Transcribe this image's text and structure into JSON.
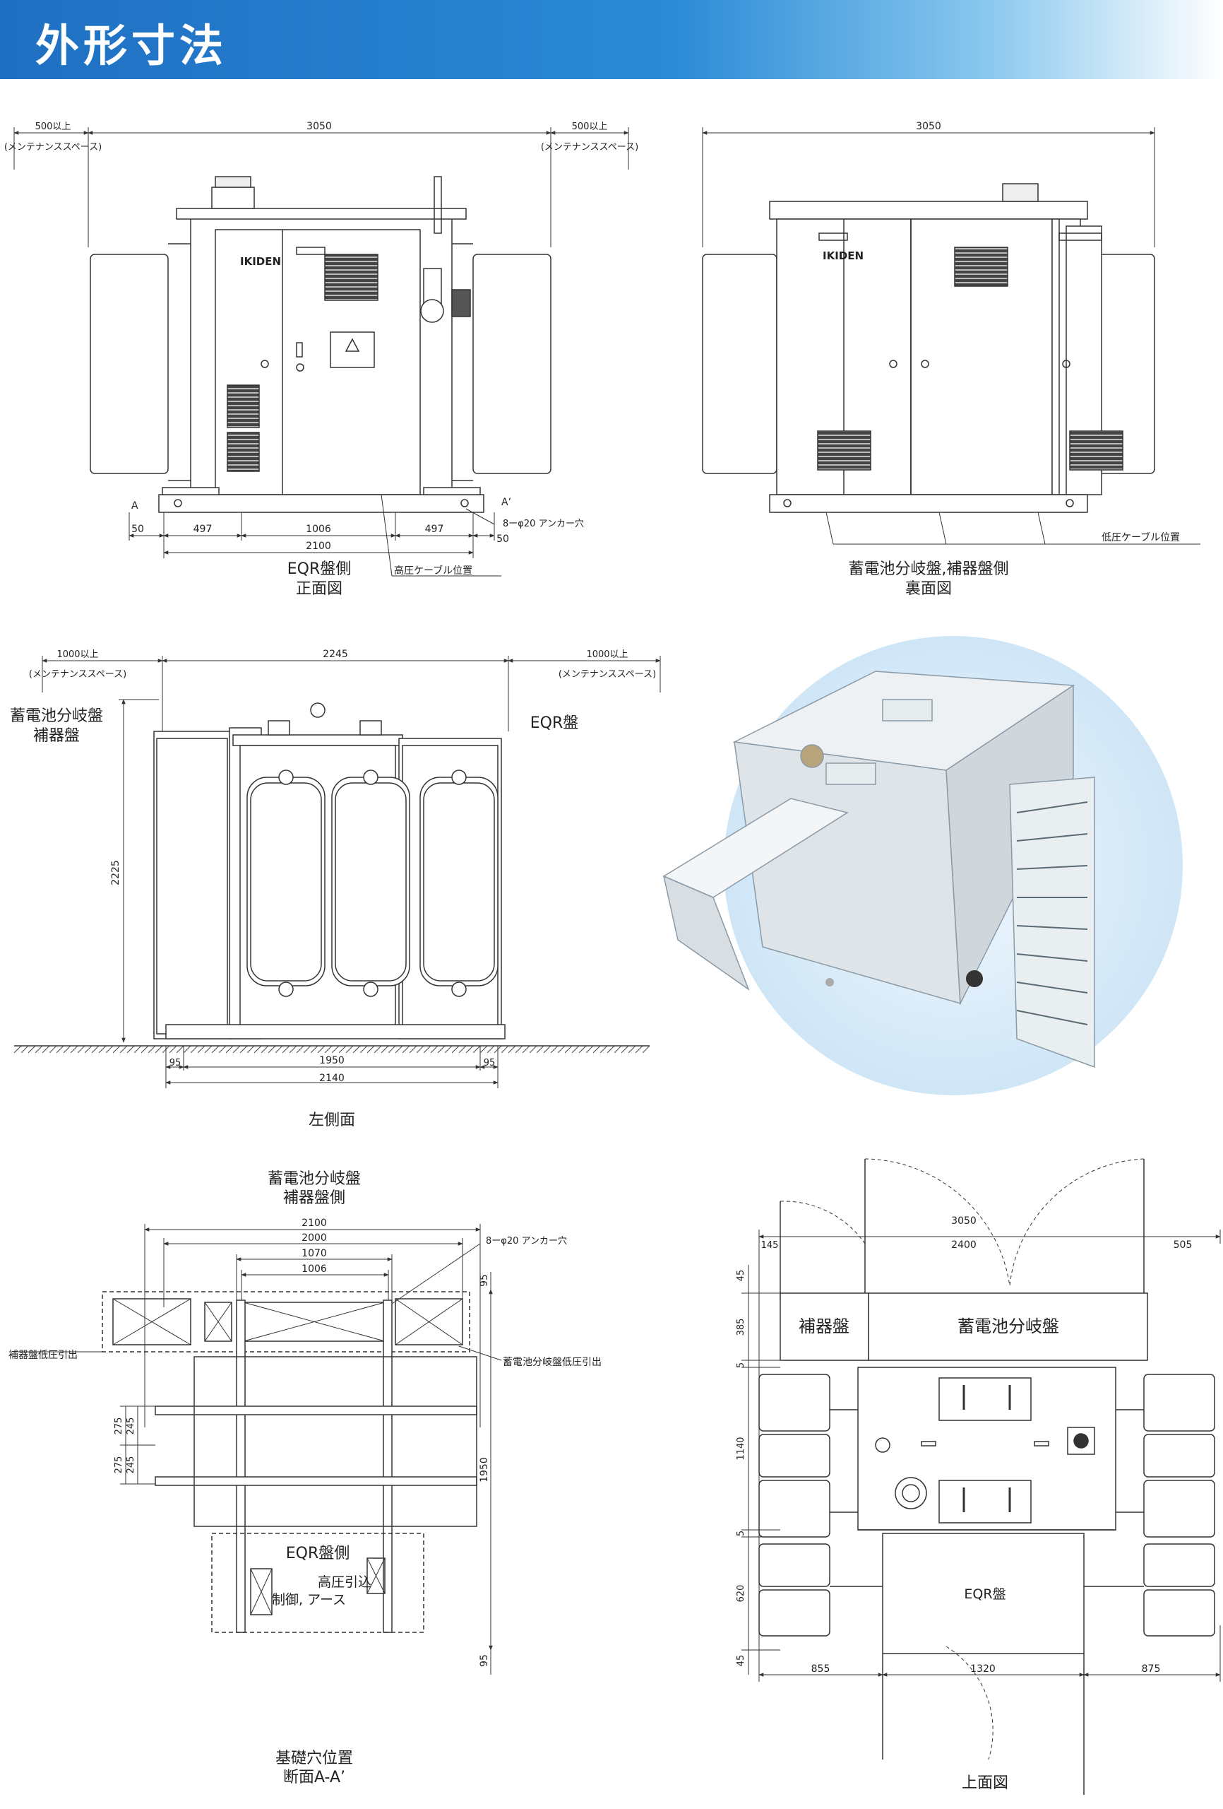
{
  "header": {
    "title": "外形寸法",
    "color_start": "#1f6fc2",
    "color_end": "#ffffff"
  },
  "front_view": {
    "caption_line1": "EQR盤側",
    "caption_line2": "正面図",
    "dim_total": "3050",
    "dim_left_space": "500以上",
    "dim_left_space_note": "(メンテナンススペース)",
    "dim_right_space": "500以上",
    "dim_right_space_note": "(メンテナンススペース)",
    "base_dims": [
      "50",
      "497",
      "1006",
      "497",
      "50"
    ],
    "dim_base": "2100",
    "anchor_note": "8ーφ20 アンカー穴",
    "cable_note": "高圧ケーブル位置",
    "section_a": "A",
    "section_a2": "A’",
    "logo": "IKIDEN"
  },
  "back_view": {
    "caption_line1": "蓄電池分岐盤,補器盤側",
    "caption_line2": "裏面図",
    "dim_total": "3050",
    "cable_note": "低圧ケーブル位置",
    "logo": "IKIDEN"
  },
  "left_side": {
    "caption": "左側面",
    "label_left_line1": "蓄電池分岐盤",
    "label_left_line2": "補器盤",
    "label_right": "EQR盤",
    "dim_left_space": "1000以上",
    "dim_left_space_note": "(メンテナンススペース)",
    "dim_right_space": "1000以上",
    "dim_right_space_note": "(メンテナンススペース)",
    "dim_total": "2245",
    "dim_height": "2225",
    "dim_inner": "1950",
    "dim_base": "2140",
    "dim_edge_left": "95",
    "dim_edge_right": "95"
  },
  "foundation": {
    "title_line1": "蓄電池分岐盤",
    "title_line2": "補器盤側",
    "caption_line1": "基礎穴位置",
    "caption_line2": "断面A-A’",
    "dims_top": [
      "2100",
      "2000",
      "1070",
      "1006"
    ],
    "dim_95_top": "95",
    "dim_95_bottom": "95",
    "dim_1950": "1950",
    "dims_left": [
      "275",
      "245",
      "275",
      "245"
    ],
    "anchor_note": "8ーφ20 アンカー穴",
    "left_note": "補器盤低圧引出",
    "right_note": "蓄電池分岐盤低圧引出",
    "eqr_label": "EQR盤側",
    "hv_note": "高圧引込",
    "ctrl_note": "制御, アース"
  },
  "top_view": {
    "caption": "上面図",
    "dims_top": [
      "3050",
      "145",
      "2400",
      "505"
    ],
    "dims_left": [
      "45",
      "385",
      "5",
      "1140",
      "5",
      "620",
      "45"
    ],
    "dims_bottom": [
      "855",
      "1320",
      "875"
    ],
    "label_aux": "補器盤",
    "label_battery": "蓄電池分岐盤",
    "label_eqr": "EQR盤"
  }
}
